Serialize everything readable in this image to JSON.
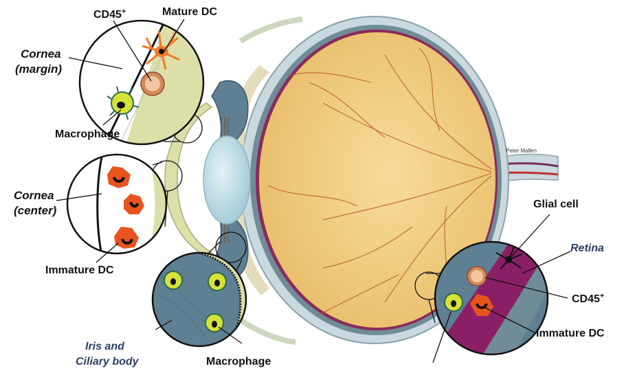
{
  "labels": {
    "cd45_top": "CD45",
    "cd45_top_sup": "+",
    "mature_dc": "Mature DC",
    "cornea_margin_1": "Cornea",
    "cornea_margin_2": "(margin)",
    "macrophage_top": "Macrophage",
    "cornea_center_1": "Cornea",
    "cornea_center_2": "(center)",
    "immature_dc_left": "Immature DC",
    "iris_1": "Iris and",
    "iris_2": "Ciliary body",
    "macrophage_bottom": "Macrophage",
    "glial_cell": "Glial cell",
    "retina": "Retina",
    "cd45_right": "CD45",
    "cd45_right_sup": "+",
    "immature_dc_right": "Immature DC",
    "signature": "Peter Mallen"
  },
  "colors": {
    "globe_fill": "#f3cf82",
    "sclera": "#c9d9df",
    "choroid": "#8a2a5a",
    "iris": "#5f7f92",
    "lens": "#bfdde7",
    "cornea": "#dcdfa8",
    "mature_dc": "#f07a2a",
    "immature_dc": "#e8541e",
    "macrophage": "#d6e23a",
    "retina_band": "#8a1f66"
  }
}
